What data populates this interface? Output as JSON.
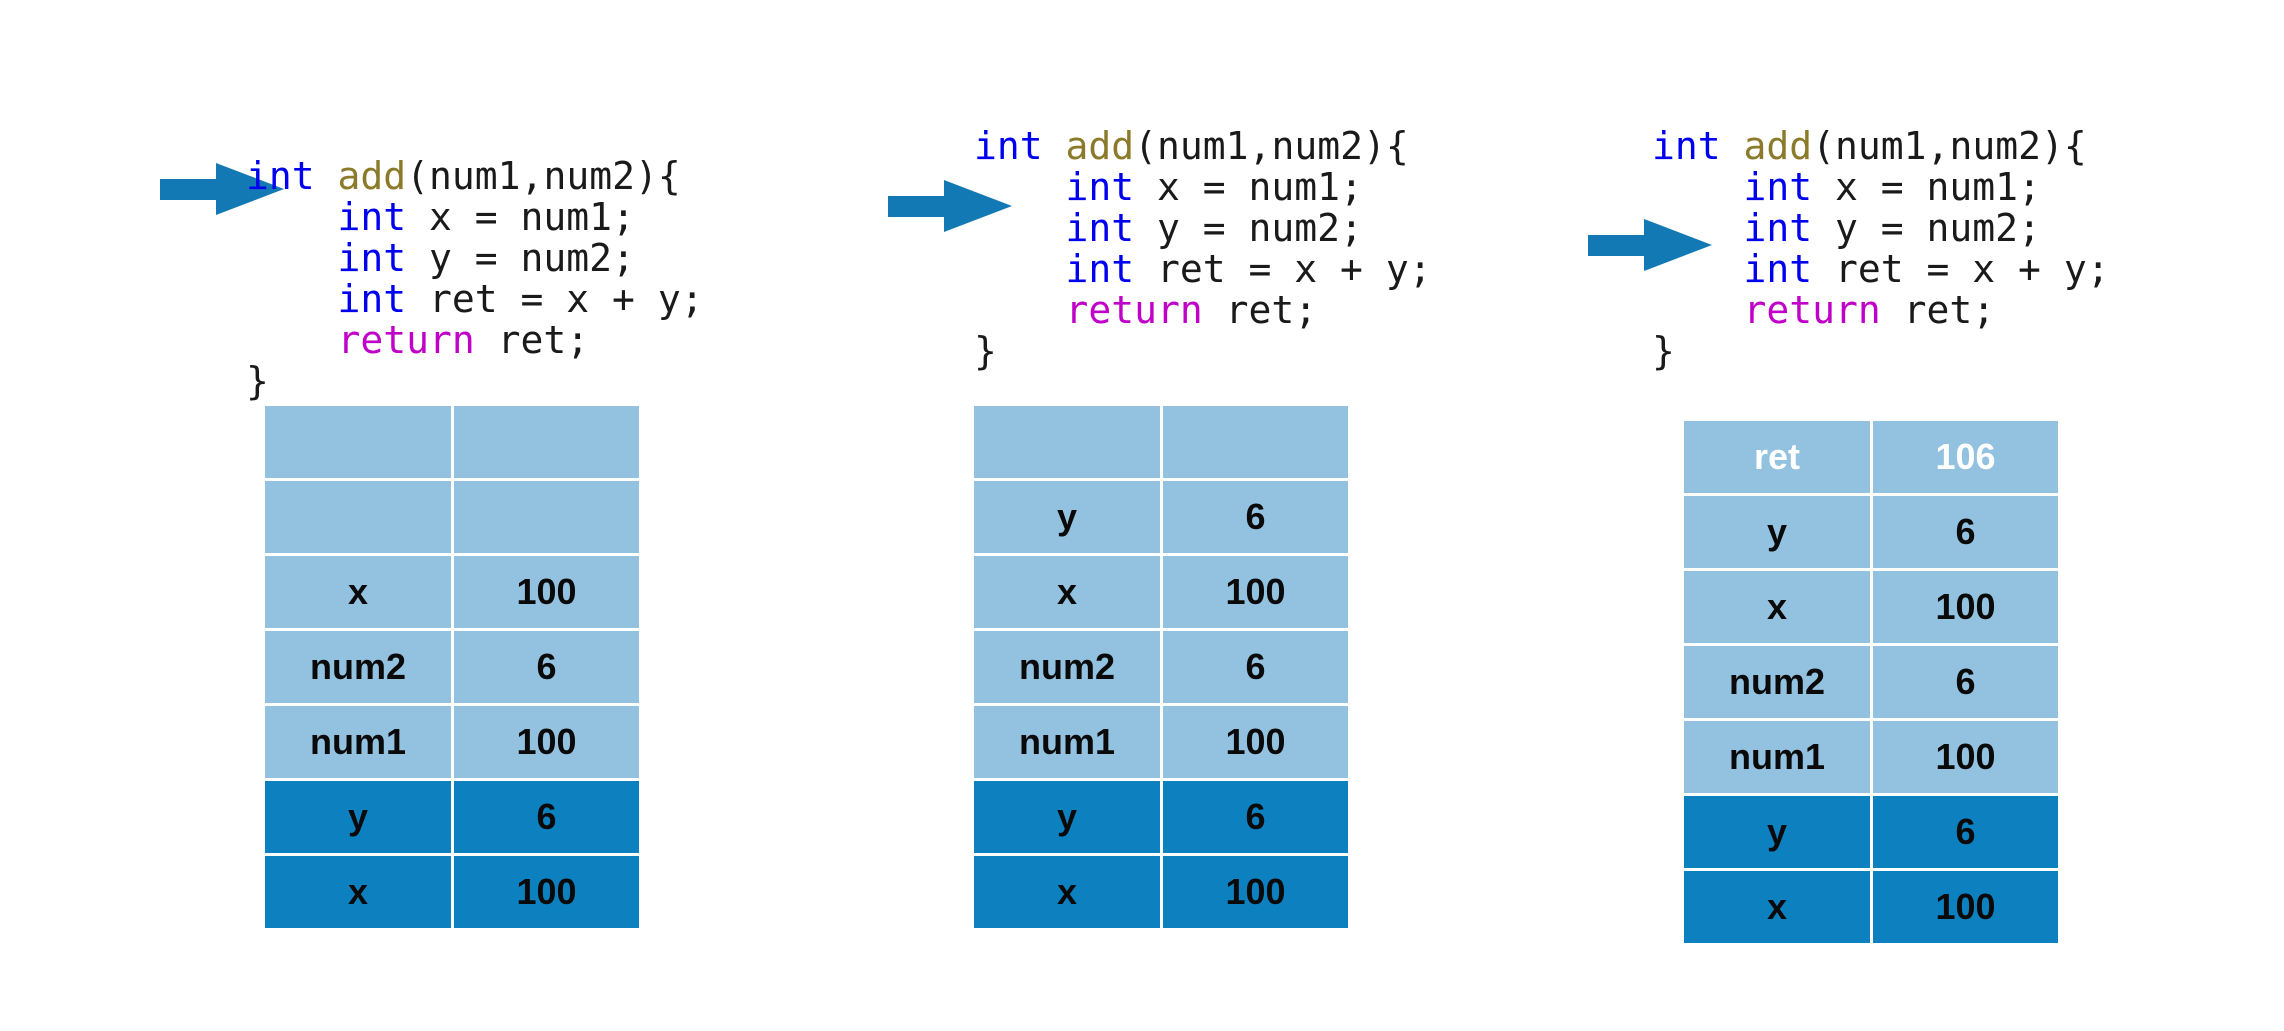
{
  "panels": [
    {
      "id": "step-1",
      "code": {
        "lines": [
          [
            {
              "t": "int",
              "c": "kw-int"
            },
            {
              "t": " ",
              "c": "plain"
            },
            {
              "t": "add",
              "c": "kw-fn"
            },
            {
              "t": "(num1,num2){",
              "c": "plain"
            }
          ],
          [
            {
              "t": "    ",
              "c": "plain"
            },
            {
              "t": "int",
              "c": "kw-int"
            },
            {
              "t": " x = num1;",
              "c": "plain"
            }
          ],
          [
            {
              "t": "    ",
              "c": "plain"
            },
            {
              "t": "int",
              "c": "kw-int"
            },
            {
              "t": " y = num2;",
              "c": "plain"
            }
          ],
          [
            {
              "t": "    ",
              "c": "plain"
            },
            {
              "t": "int",
              "c": "kw-int"
            },
            {
              "t": " ret = x + y;",
              "c": "plain"
            }
          ],
          [
            {
              "t": "    ",
              "c": "plain"
            },
            {
              "t": "return",
              "c": "kw-ret"
            },
            {
              "t": " ret;",
              "c": "plain"
            }
          ],
          [
            {
              "t": "}",
              "c": "plain"
            }
          ]
        ],
        "plain_text": "int add(num1,num2){\n    int x = num1;\n    int y = num2;\n    int ret = x + y;\n    return ret;\n}"
      },
      "arrow": {
        "icon": "right-arrow-icon",
        "points_to_line": "int x = num1;"
      },
      "stack": {
        "rows": [
          {
            "name": "",
            "value": "",
            "shade": "light",
            "empty": true
          },
          {
            "name": "",
            "value": "",
            "shade": "light",
            "empty": true
          },
          {
            "name": "x",
            "value": "100",
            "shade": "light"
          },
          {
            "name": "num2",
            "value": "6",
            "shade": "light"
          },
          {
            "name": "num1",
            "value": "100",
            "shade": "light"
          },
          {
            "name": "y",
            "value": "6",
            "shade": "dark"
          },
          {
            "name": "x",
            "value": "100",
            "shade": "dark"
          }
        ]
      }
    },
    {
      "id": "step-2",
      "code": {
        "lines": [
          [
            {
              "t": "int",
              "c": "kw-int"
            },
            {
              "t": " ",
              "c": "plain"
            },
            {
              "t": "add",
              "c": "kw-fn"
            },
            {
              "t": "(num1,num2){",
              "c": "plain"
            }
          ],
          [
            {
              "t": "    ",
              "c": "plain"
            },
            {
              "t": "int",
              "c": "kw-int"
            },
            {
              "t": " x = num1;",
              "c": "plain"
            }
          ],
          [
            {
              "t": "    ",
              "c": "plain"
            },
            {
              "t": "int",
              "c": "kw-int"
            },
            {
              "t": " y = num2;",
              "c": "plain"
            }
          ],
          [
            {
              "t": "    ",
              "c": "plain"
            },
            {
              "t": "int",
              "c": "kw-int"
            },
            {
              "t": " ret = x + y;",
              "c": "plain"
            }
          ],
          [
            {
              "t": "    ",
              "c": "plain"
            },
            {
              "t": "return",
              "c": "kw-ret"
            },
            {
              "t": " ret;",
              "c": "plain"
            }
          ],
          [
            {
              "t": "}",
              "c": "plain"
            }
          ]
        ],
        "plain_text": "int add(num1,num2){\n    int x = num1;\n    int y = num2;\n    int ret = x + y;\n    return ret;\n}"
      },
      "arrow": {
        "icon": "right-arrow-icon",
        "points_to_line": "int y = num2;"
      },
      "stack": {
        "rows": [
          {
            "name": "",
            "value": "",
            "shade": "light",
            "empty": true
          },
          {
            "name": "y",
            "value": "6",
            "shade": "light"
          },
          {
            "name": "x",
            "value": "100",
            "shade": "light"
          },
          {
            "name": "num2",
            "value": "6",
            "shade": "light"
          },
          {
            "name": "num1",
            "value": "100",
            "shade": "light"
          },
          {
            "name": "y",
            "value": "6",
            "shade": "dark"
          },
          {
            "name": "x",
            "value": "100",
            "shade": "dark"
          }
        ]
      }
    },
    {
      "id": "step-3",
      "code": {
        "lines": [
          [
            {
              "t": "int",
              "c": "kw-int"
            },
            {
              "t": " ",
              "c": "plain"
            },
            {
              "t": "add",
              "c": "kw-fn"
            },
            {
              "t": "(num1,num2){",
              "c": "plain"
            }
          ],
          [
            {
              "t": "    ",
              "c": "plain"
            },
            {
              "t": "int",
              "c": "kw-int"
            },
            {
              "t": " x = num1;",
              "c": "plain"
            }
          ],
          [
            {
              "t": "    ",
              "c": "plain"
            },
            {
              "t": "int",
              "c": "kw-int"
            },
            {
              "t": " y = num2;",
              "c": "plain"
            }
          ],
          [
            {
              "t": "    ",
              "c": "plain"
            },
            {
              "t": "int",
              "c": "kw-int"
            },
            {
              "t": " ret = x + y;",
              "c": "plain"
            }
          ],
          [
            {
              "t": "    ",
              "c": "plain"
            },
            {
              "t": "return",
              "c": "kw-ret"
            },
            {
              "t": " ret;",
              "c": "plain"
            }
          ],
          [
            {
              "t": "}",
              "c": "plain"
            }
          ]
        ],
        "plain_text": "int add(num1,num2){\n    int x = num1;\n    int y = num2;\n    int ret = x + y;\n    return ret;\n}"
      },
      "arrow": {
        "icon": "right-arrow-icon",
        "points_to_line": "int ret = x + y;"
      },
      "stack": {
        "rows": [
          {
            "name": "ret",
            "value": "106",
            "shade": "light",
            "white_text": true
          },
          {
            "name": "y",
            "value": "6",
            "shade": "light"
          },
          {
            "name": "x",
            "value": "100",
            "shade": "light"
          },
          {
            "name": "num2",
            "value": "6",
            "shade": "light"
          },
          {
            "name": "num1",
            "value": "100",
            "shade": "light"
          },
          {
            "name": "y",
            "value": "6",
            "shade": "dark"
          },
          {
            "name": "x",
            "value": "100",
            "shade": "dark"
          }
        ]
      }
    }
  ],
  "colors": {
    "accent_arrow": "#1379b4",
    "row_light": "#93c2e0",
    "row_dark": "#0d80c0",
    "gridline": "#ffffff",
    "kw_type": "#0000f0",
    "kw_function": "#8a7a2a",
    "kw_return": "#c000c8",
    "code_plain": "#1a1a1a",
    "background": "#ffffff"
  }
}
